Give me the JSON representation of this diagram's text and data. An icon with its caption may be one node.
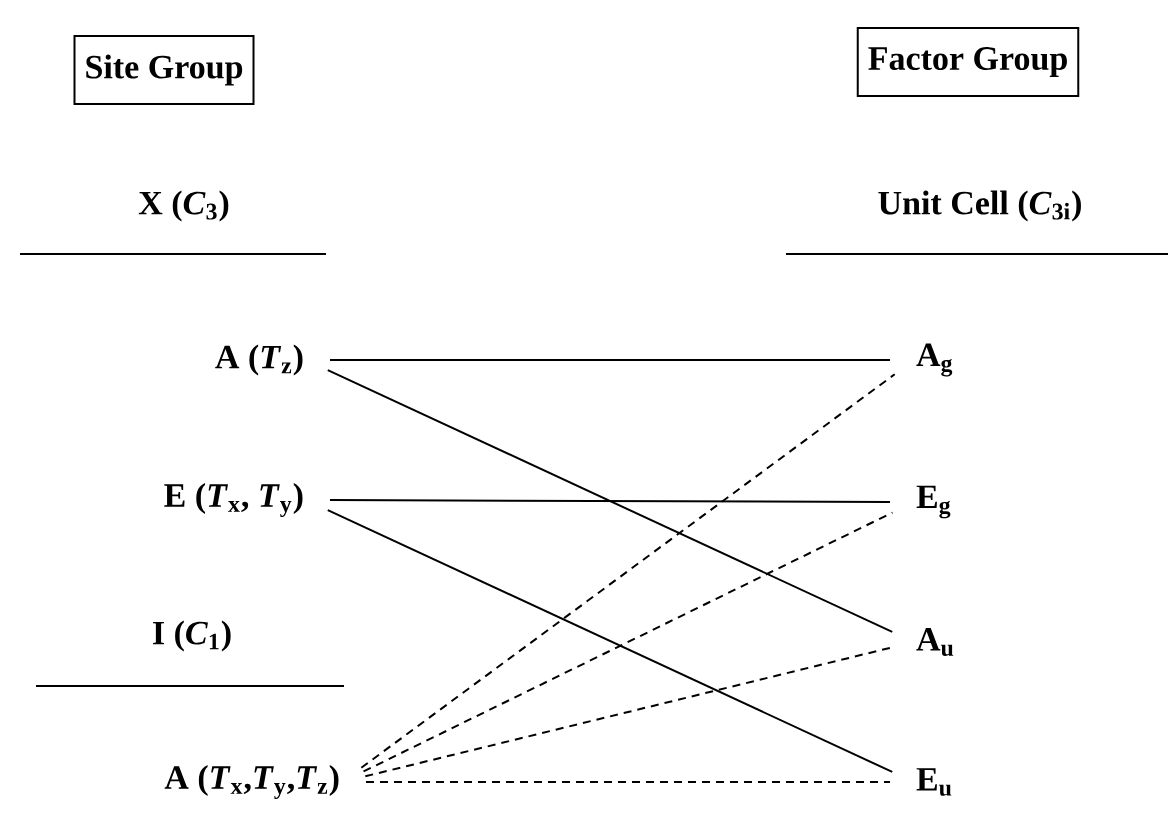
{
  "diagram": {
    "nodes": [
      {
        "text": [
          "Site Group"
        ]
      },
      {
        "text": [
          "Factor Group"
        ]
      },
      {
        "text": [
          "A (*T*$_{z}$)"
        ]
      },
      {
        "text": [
          "E (*T*$_{x}$, *T*$_{y}$)"
        ]
      },
      {
        "text": [
          "A (*T*$_{x}$,*T*$_{y}$,*T*$_{z}$)"
        ]
      },
      {
        "text": [
          "A$_{g}$"
        ]
      },
      {
        "text": [
          "E$_{g}$"
        ]
      },
      {
        "text": [
          "A$_{u}$"
        ]
      },
      {
        "text": [
          "E$_{u}$"
        ]
      }
    ],
    "edges": [
      {
        "from": 2,
        "to": 5,
        "arrow": "none"
      },
      {
        "from": 2,
        "to": 7,
        "arrow": "none"
      },
      {
        "from": 3,
        "to": 6,
        "arrow": "none"
      },
      {
        "from": 3,
        "to": 8,
        "arrow": "none"
      },
      {
        "from": 4,
        "to": 5,
        "arrow": "none",
        "style": "dashed"
      },
      {
        "from": 4,
        "to": 6,
        "arrow": "none",
        "style": "dashed"
      },
      {
        "from": 4,
        "to": 7,
        "arrow": "none",
        "style": "dashed"
      },
      {
        "from": 4,
        "to": 8,
        "arrow": "none",
        "style": "dashed"
      }
    ],
    "labels": [
      "X (*C*$_{3}$)",
      "Unit Cell (*C*$_{3i}$)",
      "I (*C*$_{1}$)"
    ]
  }
}
